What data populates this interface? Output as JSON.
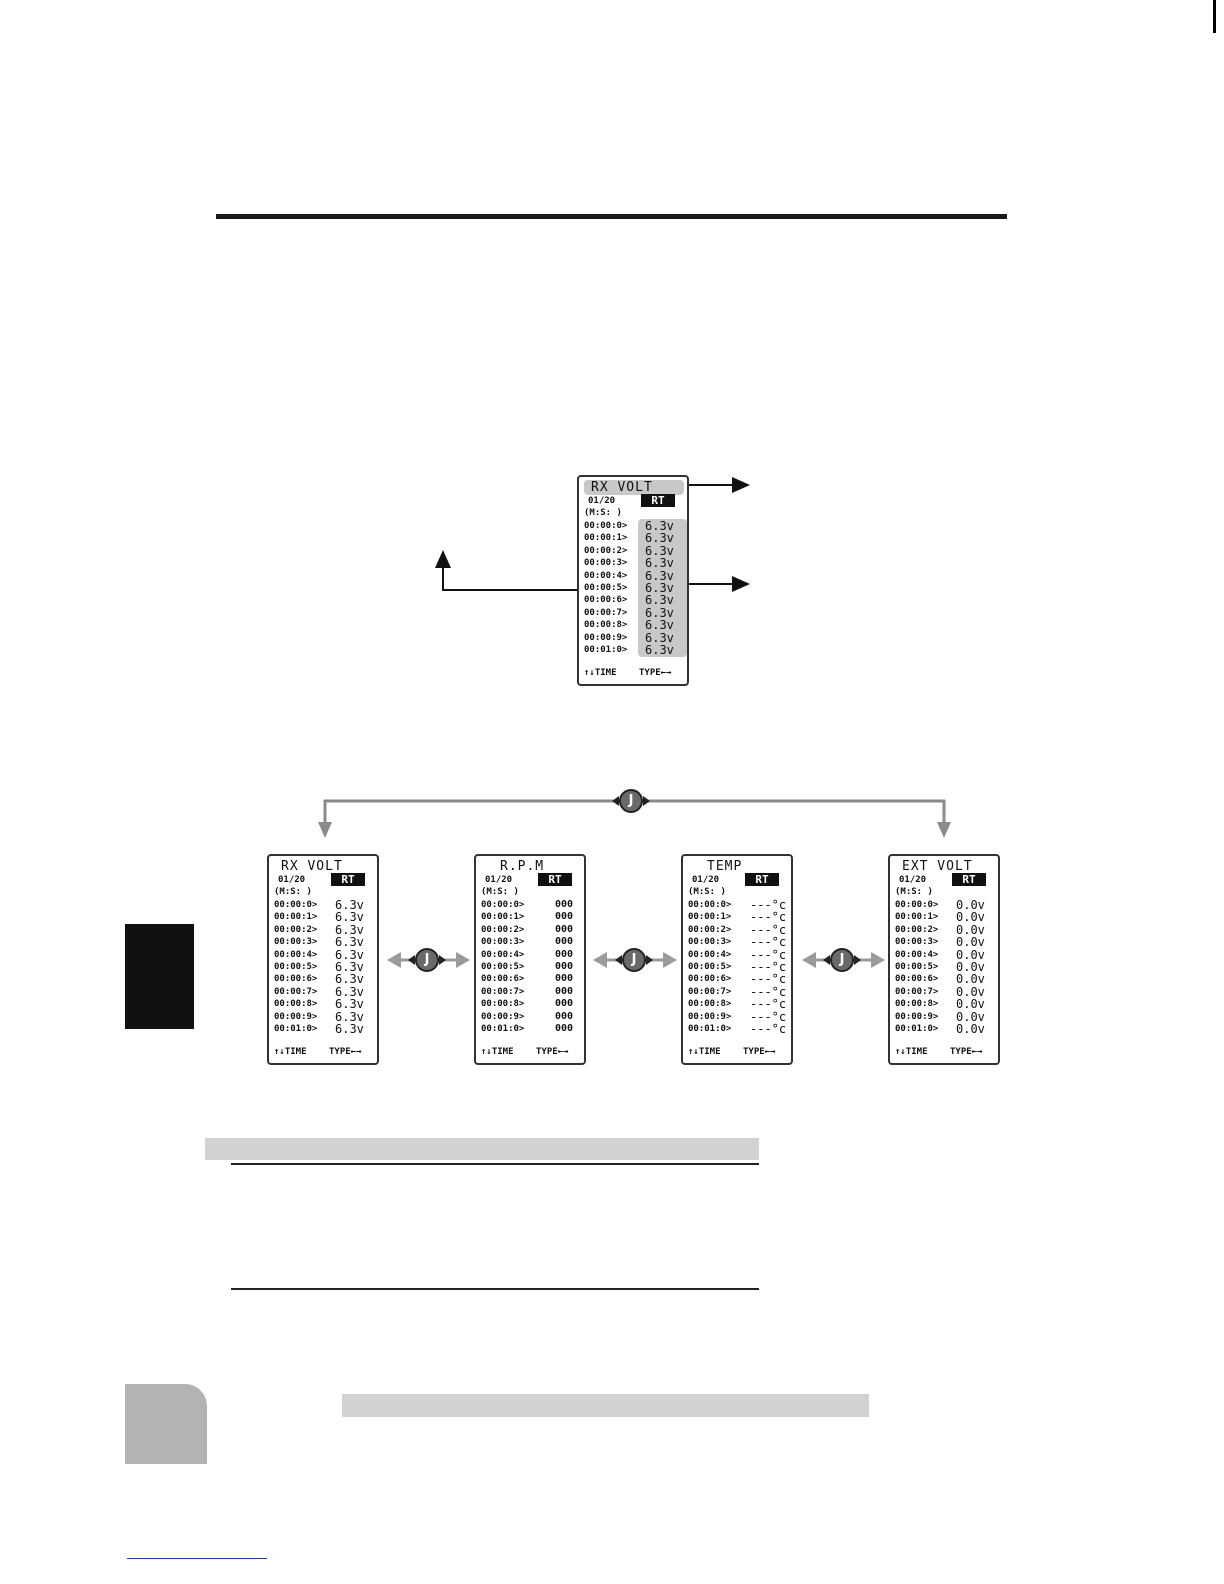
{
  "main_screen": {
    "title": "RX VOLT",
    "page": "01/20",
    "rt_label": "RT",
    "ms_label": "(M:S: )",
    "times": [
      "00:00:0>",
      "00:00:1>",
      "00:00:2>",
      "00:00:3>",
      "00:00:4>",
      "00:00:5>",
      "00:00:6>",
      "00:00:7>",
      "00:00:8>",
      "00:00:9>",
      "00:01:0>"
    ],
    "values": [
      "6.3v",
      "6.3v",
      "6.3v",
      "6.3v",
      "6.3v",
      "6.3v",
      "6.3v",
      "6.3v",
      "6.3v",
      "6.3v",
      "6.3v"
    ],
    "footer_left": "↑↓TIME",
    "footer_right": "TYPE←→"
  },
  "jog_label": "J",
  "screens": [
    {
      "title": "RX VOLT",
      "page": "01/20",
      "rt_label": "RT",
      "ms_label": "(M:S: )",
      "times": [
        "00:00:0>",
        "00:00:1>",
        "00:00:2>",
        "00:00:3>",
        "00:00:4>",
        "00:00:5>",
        "00:00:6>",
        "00:00:7>",
        "00:00:8>",
        "00:00:9>",
        "00:01:0>"
      ],
      "values": [
        "6.3v",
        "6.3v",
        "6.3v",
        "6.3v",
        "6.3v",
        "6.3v",
        "6.3v",
        "6.3v",
        "6.3v",
        "6.3v",
        "6.3v"
      ],
      "footer_left": "↑↓TIME",
      "footer_right": "TYPE←→"
    },
    {
      "title": "R.P.M",
      "page": "01/20",
      "rt_label": "RT",
      "ms_label": "(M:S: )",
      "times": [
        "00:00:0>",
        "00:00:1>",
        "00:00:2>",
        "00:00:3>",
        "00:00:4>",
        "00:00:5>",
        "00:00:6>",
        "00:00:7>",
        "00:00:8>",
        "00:00:9>",
        "00:01:0>"
      ],
      "values": [
        "000",
        "000",
        "000",
        "000",
        "000",
        "000",
        "000",
        "000",
        "000",
        "000",
        "000"
      ],
      "footer_left": "↑↓TIME",
      "footer_right": "TYPE←→"
    },
    {
      "title": "TEMP",
      "page": "01/20",
      "rt_label": "RT",
      "ms_label": "(M:S: )",
      "times": [
        "00:00:0>",
        "00:00:1>",
        "00:00:2>",
        "00:00:3>",
        "00:00:4>",
        "00:00:5>",
        "00:00:6>",
        "00:00:7>",
        "00:00:8>",
        "00:00:9>",
        "00:01:0>"
      ],
      "values": [
        "---°c",
        "---°c",
        "---°c",
        "---°c",
        "---°c",
        "---°c",
        "---°c",
        "---°c",
        "---°c",
        "---°c",
        "---°c"
      ],
      "footer_left": "↑↓TIME",
      "footer_right": "TYPE←→"
    },
    {
      "title": "EXT VOLT",
      "page": "01/20",
      "rt_label": "RT",
      "ms_label": "(M:S: )",
      "times": [
        "00:00:0>",
        "00:00:1>",
        "00:00:2>",
        "00:00:3>",
        "00:00:4>",
        "00:00:5>",
        "00:00:6>",
        "00:00:7>",
        "00:00:8>",
        "00:00:9>",
        "00:01:0>"
      ],
      "values": [
        "0.0v",
        "0.0v",
        "0.0v",
        "0.0v",
        "0.0v",
        "0.0v",
        "0.0v",
        "0.0v",
        "0.0v",
        "0.0v",
        "0.0v"
      ],
      "footer_left": "↑↓TIME",
      "footer_right": "TYPE←→"
    }
  ]
}
